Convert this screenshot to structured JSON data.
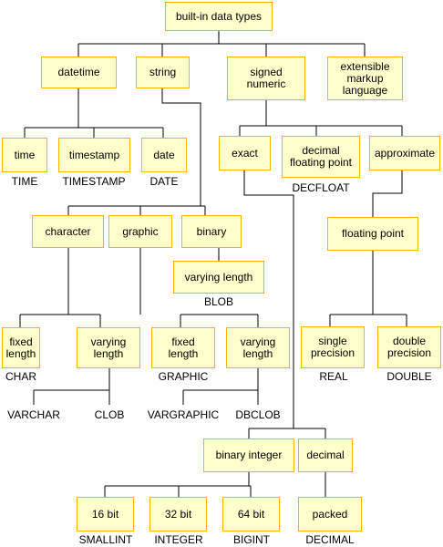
{
  "nodes": {
    "root": {
      "label": "built-in data types"
    },
    "datetime": {
      "label": "datetime"
    },
    "string": {
      "label": "string"
    },
    "signed_numeric": {
      "label": "signed\nnumeric"
    },
    "xml": {
      "label": "extensible\nmarkup\nlanguage"
    },
    "time": {
      "label": "time",
      "type": "TIME"
    },
    "timestamp": {
      "label": "timestamp",
      "type": "TIMESTAMP"
    },
    "date": {
      "label": "date",
      "type": "DATE"
    },
    "exact": {
      "label": "exact"
    },
    "decfloat": {
      "label": "decimal\nfloating point",
      "type": "DECFLOAT"
    },
    "approximate": {
      "label": "approximate"
    },
    "character": {
      "label": "character"
    },
    "graphic": {
      "label": "graphic"
    },
    "binary": {
      "label": "binary"
    },
    "binary_varying": {
      "label": "varying length",
      "type": "BLOB"
    },
    "floating_point": {
      "label": "floating point"
    },
    "char_fixed": {
      "label": "fixed\nlength",
      "type": "CHAR"
    },
    "char_varying": {
      "label": "varying\nlength"
    },
    "graphic_fixed": {
      "label": "fixed\nlength",
      "type": "GRAPHIC"
    },
    "graphic_varying": {
      "label": "varying\nlength"
    },
    "single": {
      "label": "single\nprecision",
      "type": "REAL"
    },
    "double": {
      "label": "double\nprecision",
      "type": "DOUBLE"
    },
    "binary_integer": {
      "label": "binary integer"
    },
    "decimal": {
      "label": "decimal"
    },
    "bit16": {
      "label": "16 bit",
      "type": "SMALLINT"
    },
    "bit32": {
      "label": "32 bit",
      "type": "INTEGER"
    },
    "bit64": {
      "label": "64 bit",
      "type": "BIGINT"
    },
    "packed": {
      "label": "packed",
      "type": "DECIMAL"
    }
  },
  "leaf_types": {
    "varchar": "VARCHAR",
    "clob": "CLOB",
    "vargraphic": "VARGRAPHIC",
    "dbclob": "DBCLOB"
  },
  "colors": {
    "box_fill": "#ffffcc",
    "box_border": "#f0b400",
    "line": "#000000"
  }
}
